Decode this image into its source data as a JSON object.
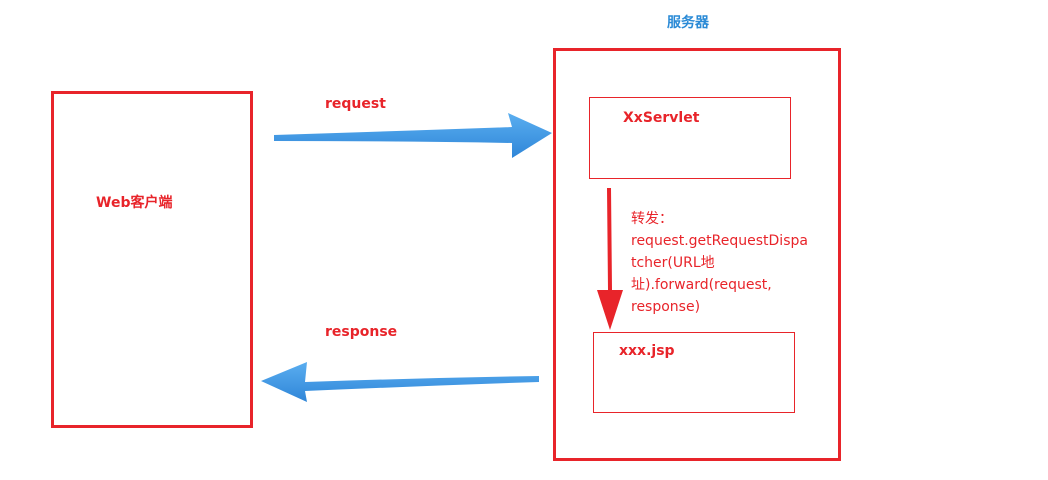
{
  "server": {
    "title": "服务器"
  },
  "client": {
    "label": "Web客户端"
  },
  "servlet": {
    "label": "XxServlet"
  },
  "jsp": {
    "label": "xxx.jsp"
  },
  "request_arrow": {
    "label": "request"
  },
  "response_arrow": {
    "label": "response"
  },
  "forward_note": {
    "lines": [
      "转发：",
      "request.getRequestDispa",
      "tcher(URL地",
      "址).forward(request,",
      "response)"
    ]
  },
  "colors": {
    "box_border": "#e8242a",
    "label_red": "#e8242a",
    "title_blue": "#2a8ad6",
    "arrow_blue": "#3a93e0",
    "arrow_red": "#e8242a"
  }
}
